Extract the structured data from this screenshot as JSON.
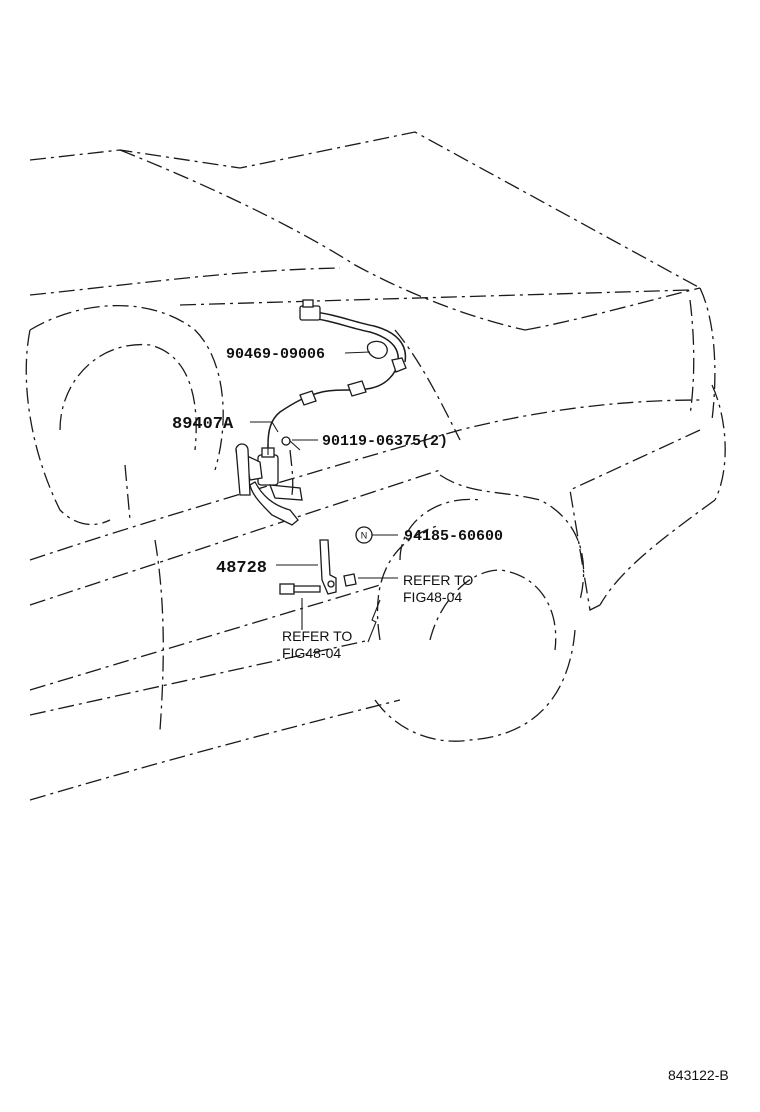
{
  "labels": {
    "p1": "90469-09006",
    "p2": "89407A",
    "p3": "90119-06375(2)",
    "p4": "94185-60600",
    "p5": "48728",
    "ref1_line1": "REFER TO",
    "ref1_line2": "FIG48-04",
    "ref2_line1": "REFER TO",
    "ref2_line2": "FIG48-04",
    "nut_mark": "N",
    "drawing_id": "843122-B"
  }
}
